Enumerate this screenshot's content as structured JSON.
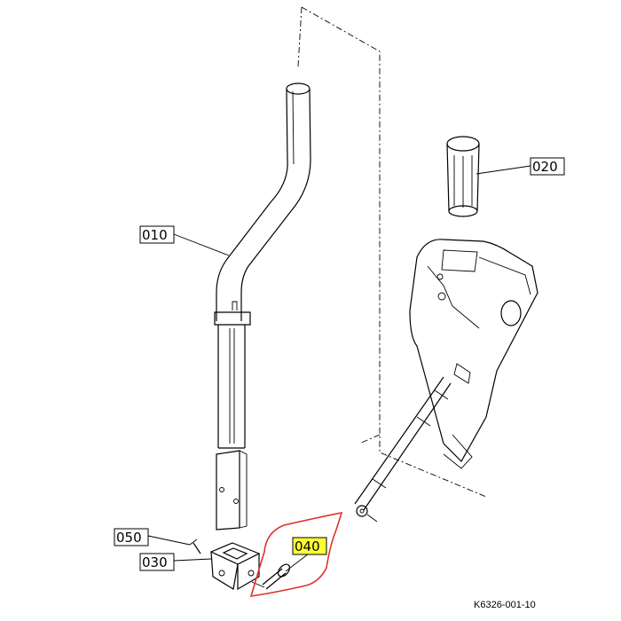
{
  "parts": {
    "p010": "010",
    "p020": "020",
    "p030": "030",
    "p040": "040",
    "p050": "050"
  },
  "reference_code": "K6326-001-10",
  "colors": {
    "highlight": "#ffff33",
    "circle": "#e03030",
    "line": "#000000"
  }
}
